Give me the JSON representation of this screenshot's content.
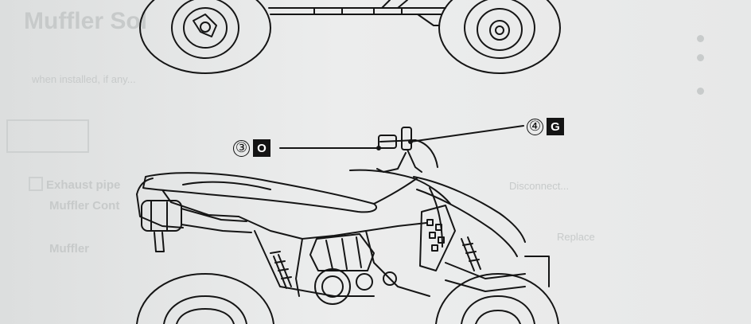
{
  "bleed_through": {
    "heading": "Muffler Sol",
    "list_text_1": "Muffler Sol",
    "left_line_1": "when installed, if any...",
    "left_line_2": "Exhaust pipe",
    "left_line_3": "Muffler Cont",
    "left_line_4": "Muffler",
    "right_line_1": "Disconnect...",
    "right_line_2": "Replace"
  },
  "callouts": [
    {
      "number": "③",
      "letter": "O"
    },
    {
      "number": "④",
      "letter": "G"
    }
  ]
}
